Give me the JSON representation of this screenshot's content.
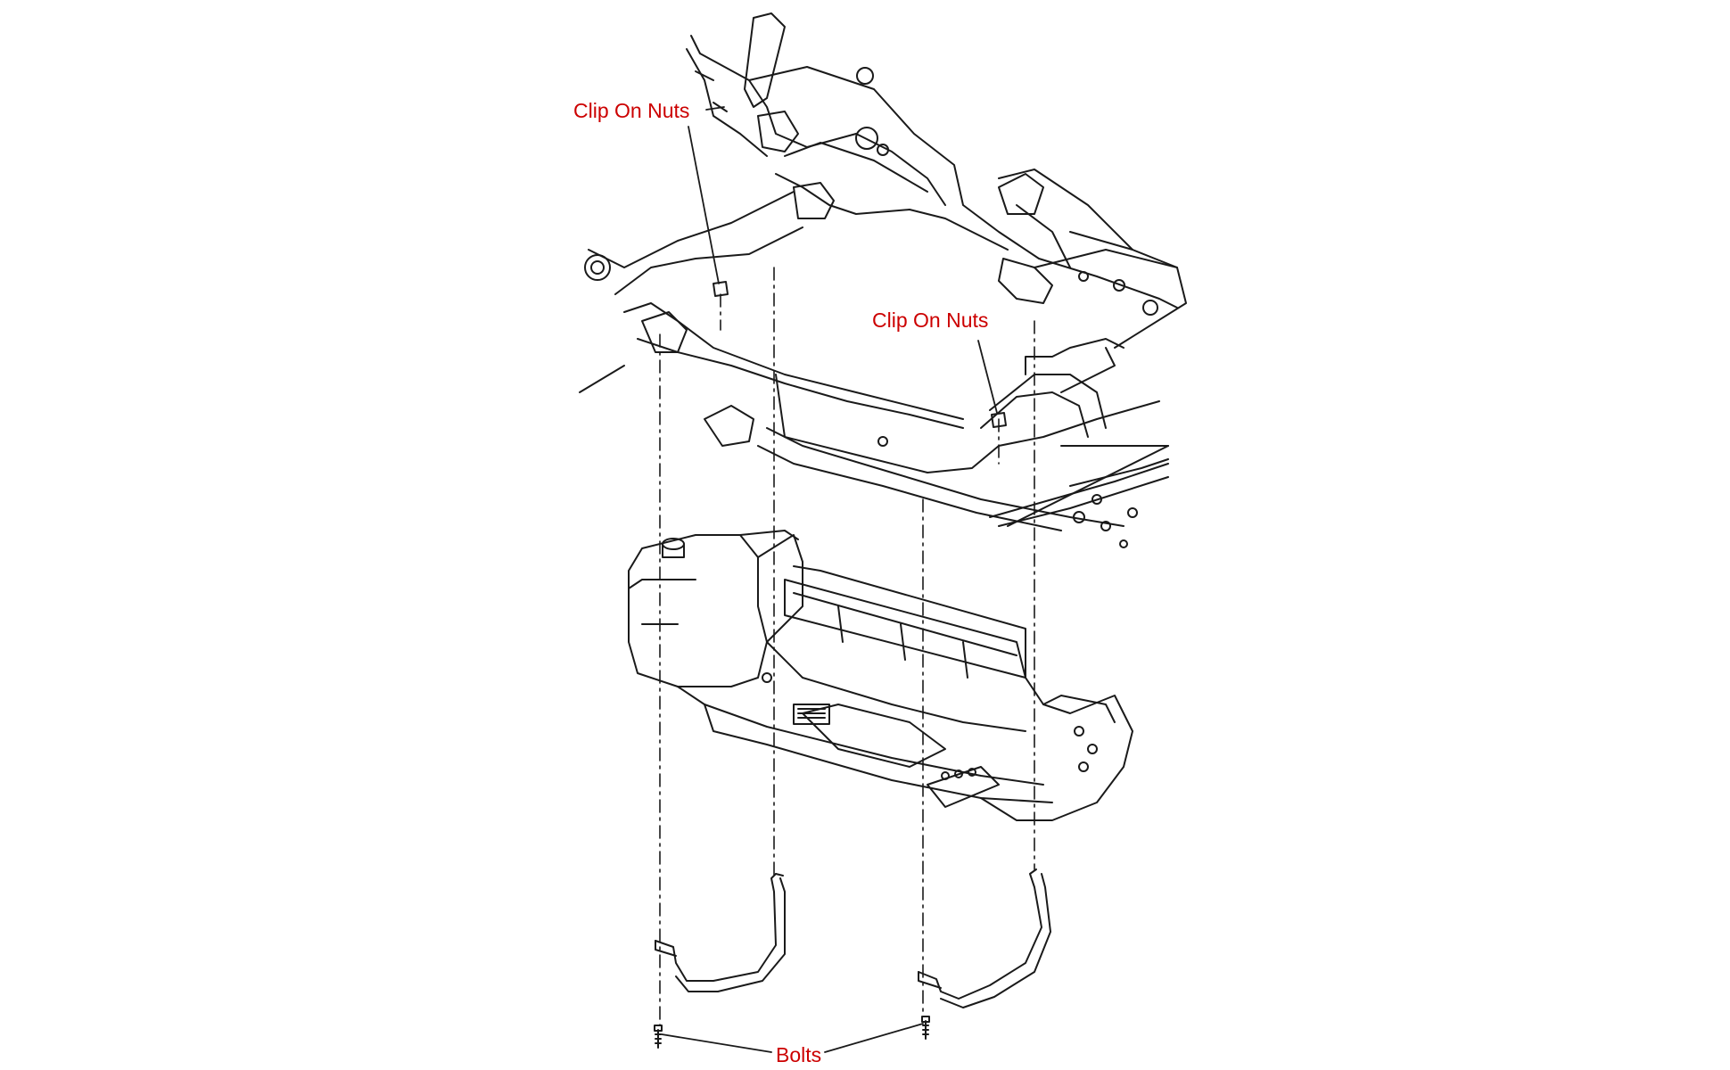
{
  "labels": {
    "clip_on_nuts_upper": "Clip On Nuts",
    "clip_on_nuts_lower": "Clip On Nuts",
    "bolts": "Bolts"
  },
  "colors": {
    "label": "#cc0000",
    "line": "#1a1a1a",
    "background": "#ffffff"
  }
}
